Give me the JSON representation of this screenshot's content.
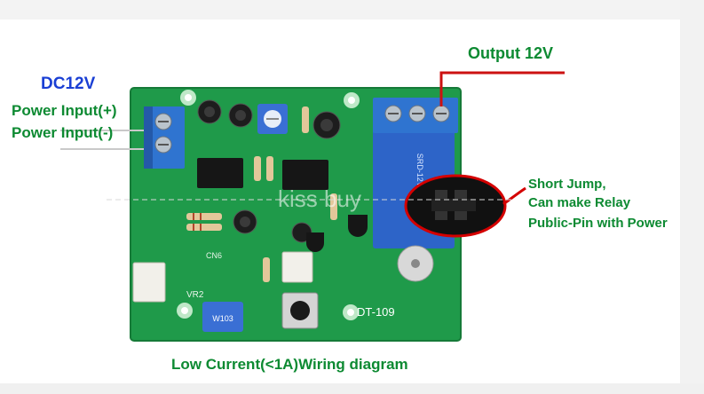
{
  "labels": {
    "dc": "DC12V",
    "power_plus": "Power Input(+)",
    "power_minus": "Power Input(-)",
    "output": "Output 12V",
    "short_jump_1": "Short Jump,",
    "short_jump_2": "Can make Relay",
    "short_jump_3": "Public-Pin with Power",
    "caption": "Low Current(<1A)Wiring diagram"
  },
  "board": {
    "model": "DT-109",
    "relay_text": "SRD-12VDC-SL-C",
    "pot_text": "W103",
    "silk_cn6": "CN6",
    "silk_vr2": "VR2"
  },
  "watermark": "kiss buy",
  "colors": {
    "pcb": "#1f9a4a",
    "relay": "#2d64c8",
    "terminal": "#2f74d0",
    "label_green": "#0d8a32",
    "label_blue": "#1a3fd4",
    "wire_red": "#cc1111",
    "highlight_red": "#d40000"
  }
}
